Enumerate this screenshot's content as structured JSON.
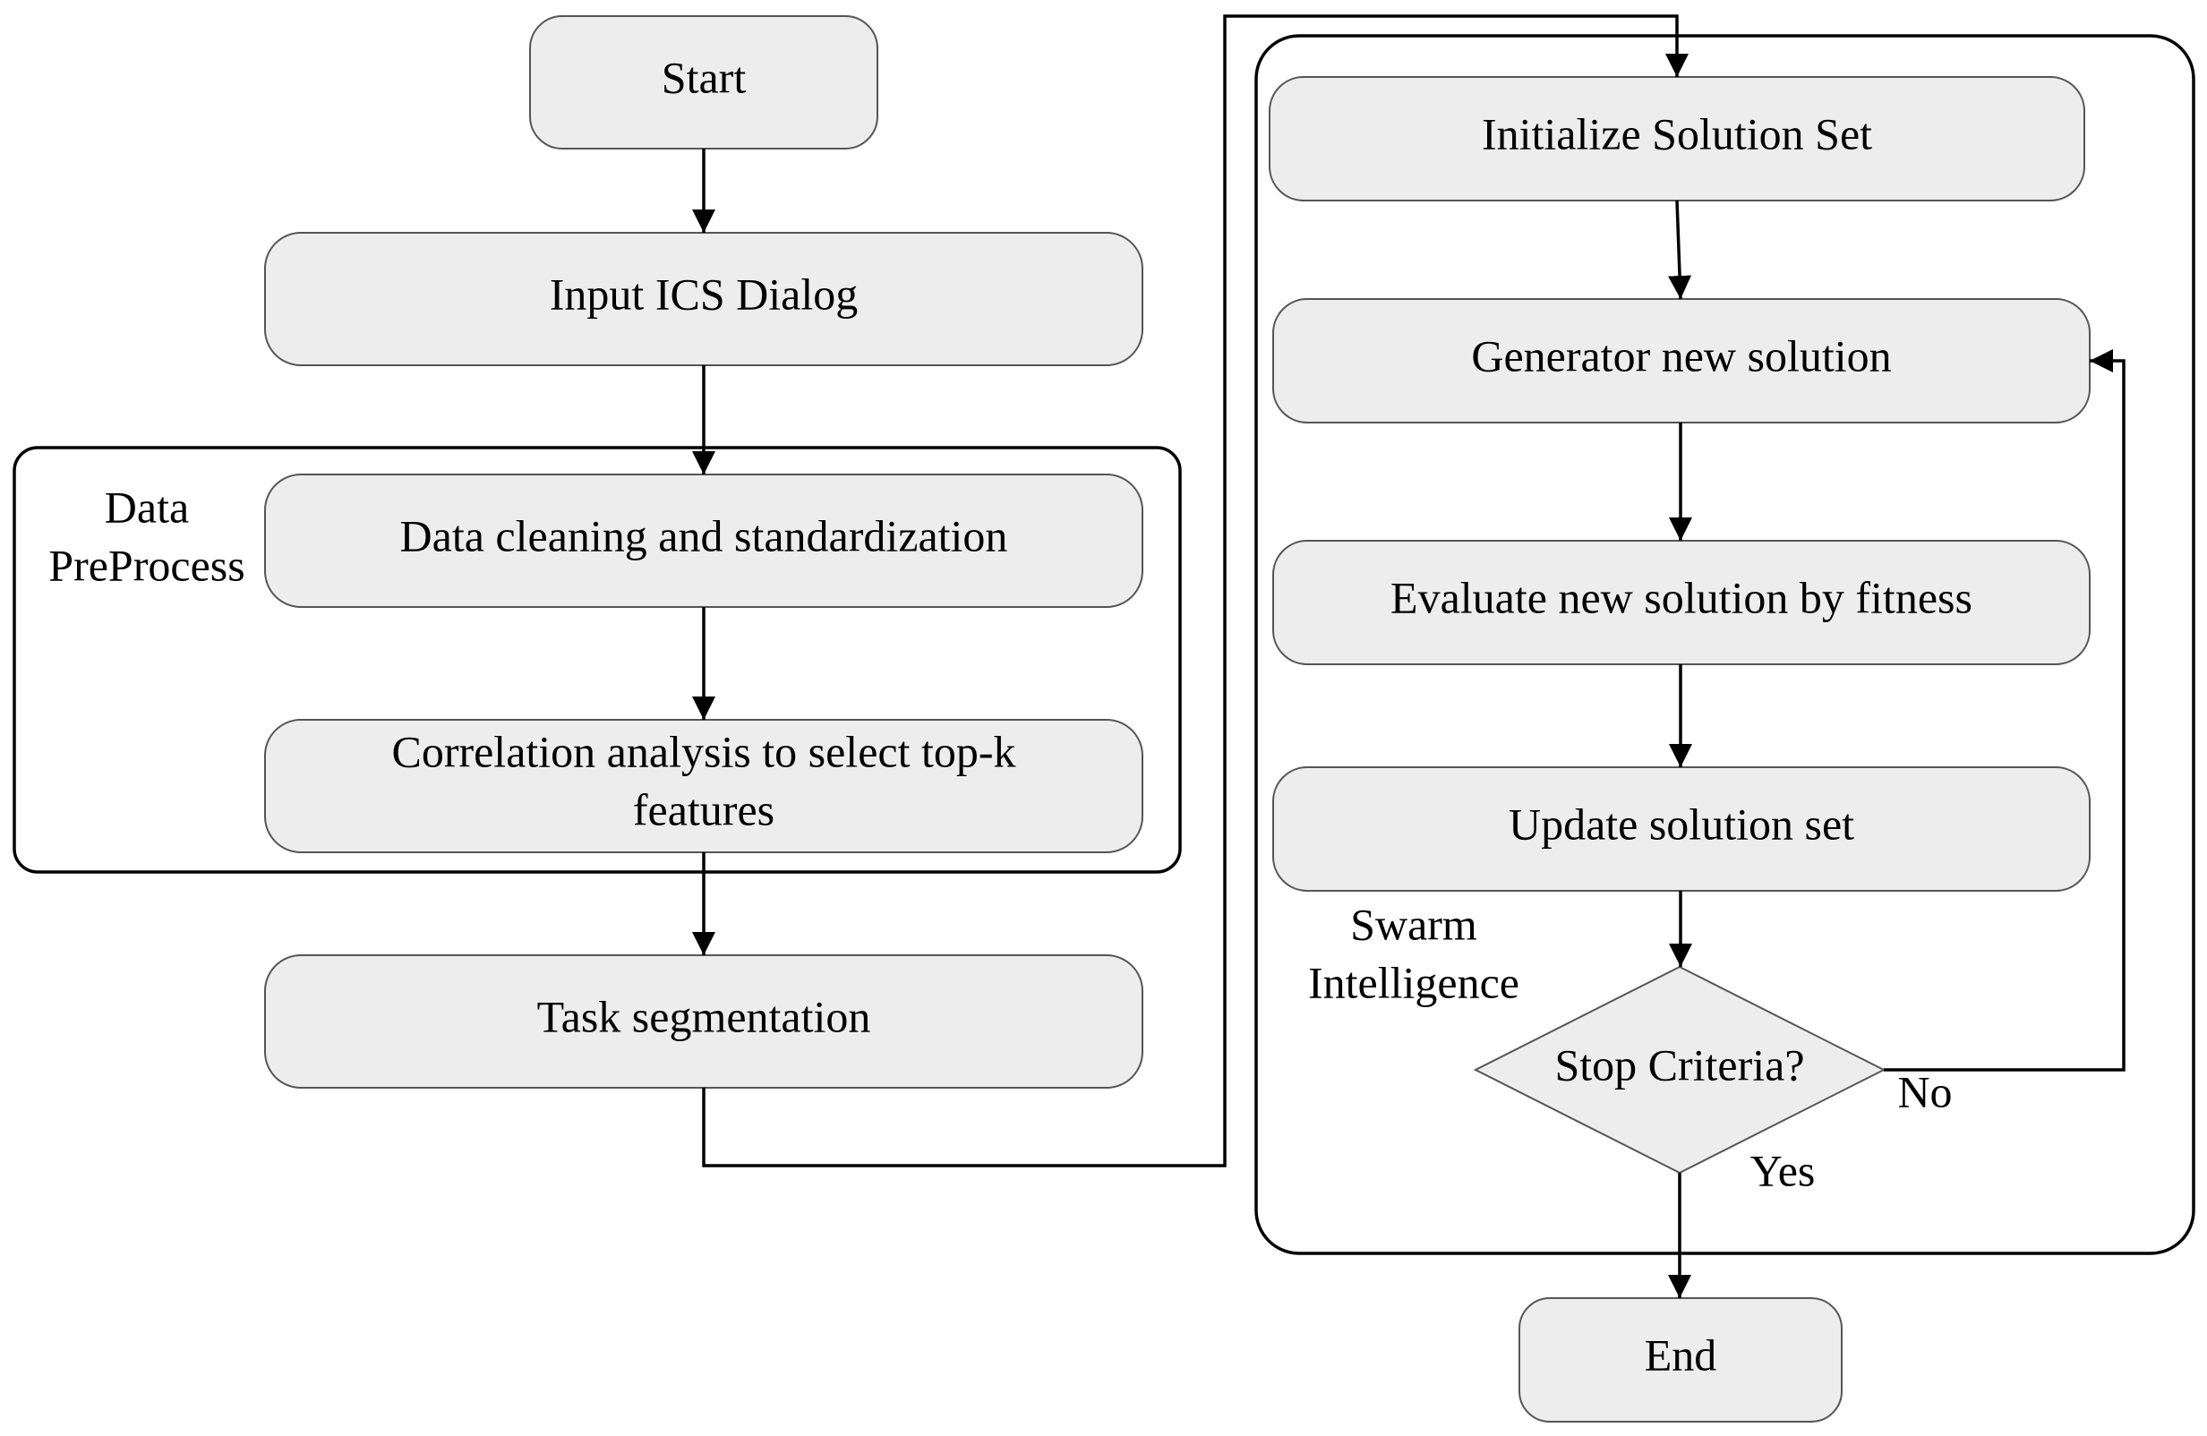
{
  "nodes": {
    "start": "Start",
    "input_dialog": "Input ICS Dialog",
    "data_cleaning": "Data cleaning and standardization",
    "correlation_line1": "Correlation analysis to select top-k",
    "correlation_line2": "features",
    "task_segmentation": "Task segmentation",
    "initialize": "Initialize Solution Set",
    "generator": "Generator new solution",
    "evaluate": "Evaluate new solution by fitness",
    "update": "Update solution set",
    "stop_criteria": "Stop Criteria?",
    "end": "End"
  },
  "groups": {
    "data_preprocess_line1": "Data",
    "data_preprocess_line2": "PreProcess",
    "swarm_line1": "Swarm",
    "swarm_line2": "Intelligence"
  },
  "edge_labels": {
    "no": "No",
    "yes": "Yes"
  }
}
